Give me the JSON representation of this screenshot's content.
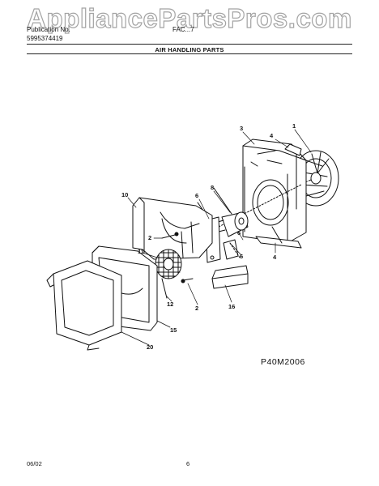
{
  "watermark": "AppliancePartsPros.com",
  "header": {
    "publication_no_label": "Publication No.",
    "publication_no": "5995374419",
    "model_number": "FAC...7",
    "section_title": "AIR HANDLING PARTS"
  },
  "diagram": {
    "figure_id": "P40M2006",
    "callouts": [
      "1",
      "3",
      "4",
      "8",
      "6",
      "10",
      "2",
      "4",
      "11",
      "6",
      "6",
      "12",
      "2",
      "16",
      "15",
      "20"
    ]
  },
  "footer": {
    "date": "06/02",
    "page_number": "6"
  }
}
